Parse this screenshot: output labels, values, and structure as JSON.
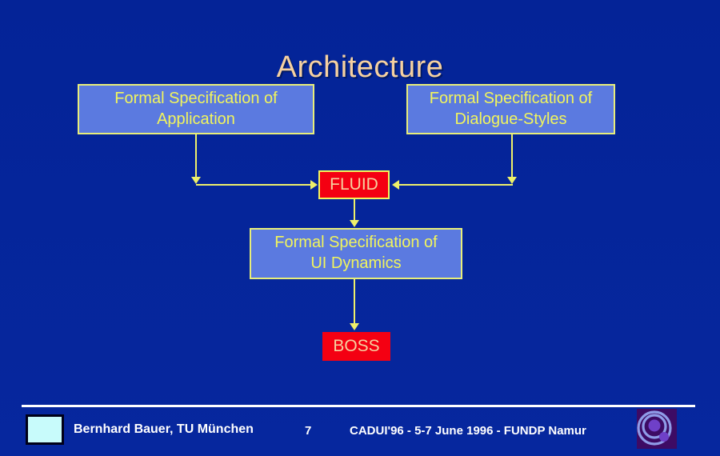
{
  "slide": {
    "title": "Architecture",
    "background_color": "#05259a",
    "accent_yellow": "#eef06a",
    "accent_red": "#f40012",
    "accent_blue_box": "#5b7ae0",
    "title_color": "#f6d1a0"
  },
  "diagram": {
    "nodes": [
      {
        "id": "application",
        "label": "Formal Specification of Application",
        "line1": "Formal Specification of",
        "line2": "Application",
        "style": "blue"
      },
      {
        "id": "dialogue-styles",
        "label": "Formal Specification of Dialogue-Styles",
        "line1": "Formal Specification of",
        "line2": "Dialogue-Styles",
        "style": "blue"
      },
      {
        "id": "fluid",
        "label": "FLUID",
        "style": "red-bordered"
      },
      {
        "id": "ui-dynamics",
        "label": "Formal Specification of UI Dynamics",
        "line1": "Formal Specification of",
        "line2": "UI Dynamics",
        "style": "blue"
      },
      {
        "id": "boss",
        "label": "BOSS",
        "style": "red"
      }
    ],
    "edges": [
      {
        "from": "application",
        "to": "fluid",
        "direction": "down-then-right"
      },
      {
        "from": "dialogue-styles",
        "to": "fluid",
        "direction": "down-then-left"
      },
      {
        "from": "fluid",
        "to": "ui-dynamics",
        "direction": "down"
      },
      {
        "from": "ui-dynamics",
        "to": "boss",
        "direction": "down"
      }
    ]
  },
  "footer": {
    "author": "Bernhard Bauer, TU München",
    "page_number": "7",
    "conference": "CADUI'96 - 5-7 June 1996 - FUNDP Namur",
    "swatch_color": "#c8fbfb",
    "logo_background": "#3d0b64",
    "logo_ring_color": "#8f9ce8"
  }
}
